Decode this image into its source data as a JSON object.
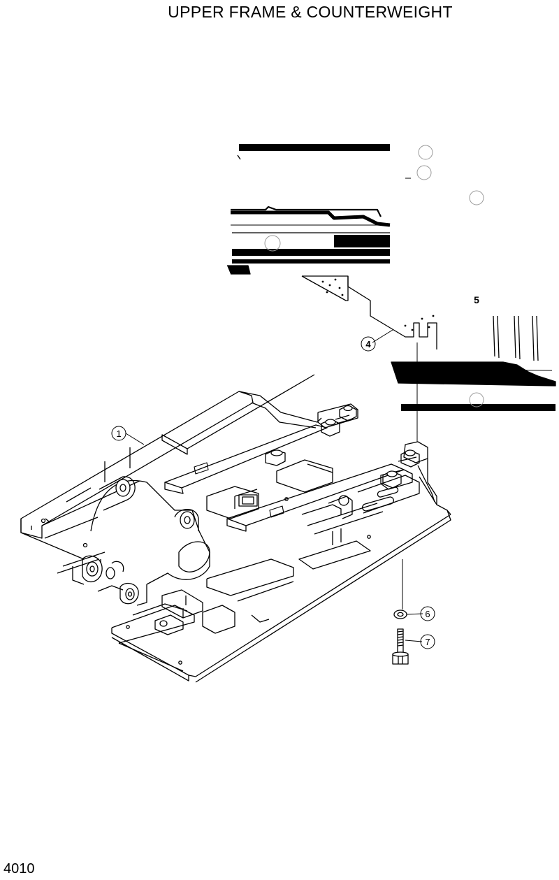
{
  "title": "UPPER FRAME & COUNTERWEIGHT",
  "page_number": "4010",
  "callouts": [
    {
      "id": "callout-1",
      "label": "1"
    },
    {
      "id": "callout-4",
      "label": "4"
    },
    {
      "id": "callout-5",
      "label": "5"
    },
    {
      "id": "callout-6",
      "label": "6"
    },
    {
      "id": "callout-7",
      "label": "7"
    }
  ]
}
